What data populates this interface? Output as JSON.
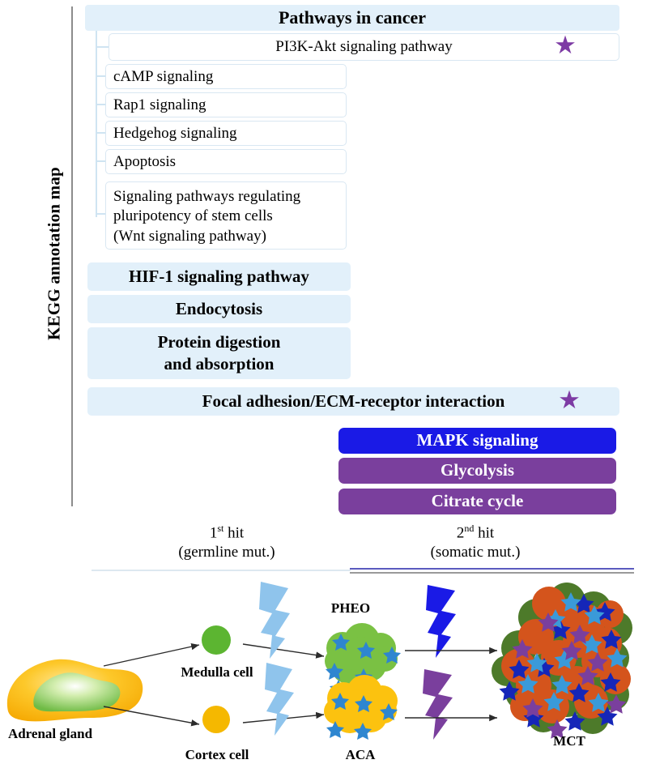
{
  "figure": {
    "axis_label": "KEGG annotation map"
  },
  "pathways": {
    "header": {
      "label": "Pathways in cancer"
    },
    "children": [
      {
        "label": "PI3K-Akt signaling pathway",
        "star": true,
        "align": "center"
      },
      {
        "label": "cAMP signaling",
        "star": false,
        "align": "left"
      },
      {
        "label": "Rap1 signaling",
        "star": false,
        "align": "left"
      },
      {
        "label": "Hedgehog signaling",
        "star": false,
        "align": "left"
      },
      {
        "label": "Apoptosis",
        "star": false,
        "align": "left"
      },
      {
        "label": "Signaling pathways regulating\npluripotency of stem cells\n(Wnt signaling pathway)",
        "star": false,
        "align": "left"
      }
    ],
    "shaded": [
      {
        "label": "HIF-1 signaling pathway"
      },
      {
        "label": "Endocytosis"
      },
      {
        "label": "Protein digestion\nand absorption"
      },
      {
        "label": "Focal adhesion/ECM-receptor interaction",
        "star": true
      }
    ],
    "solid": [
      {
        "label": "MAPK signaling",
        "color": "#1a1ae6"
      },
      {
        "label": "Glycolysis",
        "color": "#7a3f9d"
      },
      {
        "label": "Citrate cycle",
        "color": "#7a3f9d"
      }
    ]
  },
  "hits": {
    "first": {
      "title": "1st hit",
      "subtitle": "(germline mut.)",
      "ordinal": "st",
      "number": "1"
    },
    "second": {
      "title": "2nd hit",
      "subtitle": "(somatic mut.)",
      "ordinal": "nd",
      "number": "2"
    }
  },
  "schematic": {
    "organ": {
      "label": "Adrenal gland"
    },
    "medulla_cell": {
      "label": "Medulla cell"
    },
    "cortex_cell": {
      "label": "Cortex cell"
    },
    "pheo": {
      "label": "PHEO"
    },
    "aca": {
      "label": "ACA"
    },
    "mct": {
      "label": "MCT"
    }
  },
  "colors": {
    "box_shade": "#e2f0fa",
    "box_outline": "#d9e7f2",
    "star_purple": "#7d3ba4",
    "mapk_blue": "#1a1ae6",
    "glyco_purple": "#7a3f9d",
    "bolt_light_blue": "#8fc4ec",
    "bolt_blue": "#1a1ae6",
    "bolt_purple": "#7a3f9d",
    "medulla_green": "#5cb531",
    "cortex_yellow": "#f5b800",
    "pheo_green": "#7ac143",
    "aca_yellow": "#fcc20f",
    "mct_green": "#4d7a2a",
    "mct_orange": "#d4541c",
    "star_blue": "#2e86d0",
    "star_darkblue": "#1526b8"
  }
}
